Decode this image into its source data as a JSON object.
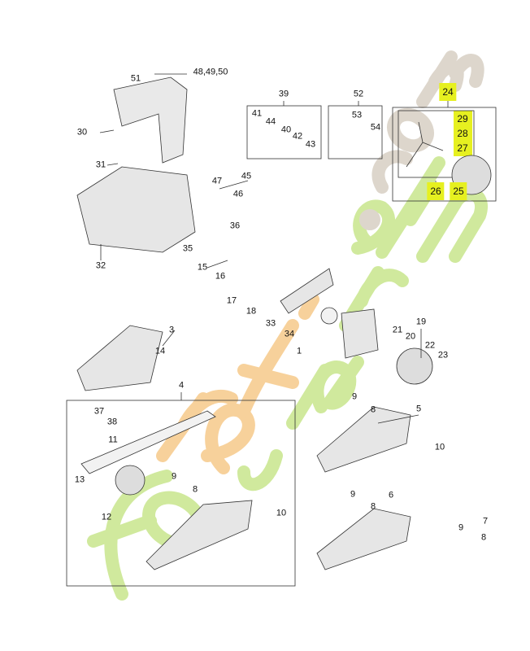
{
  "watermark": "foret'jardin.com",
  "colors": {
    "highlight": "#e6f020",
    "watermark_green": "#c8e68c",
    "watermark_orange": "#f6c98a",
    "watermark_gray": "#d8d0c4",
    "line": "#333333",
    "part_fill": "#e6e6e6"
  },
  "labels": {
    "l51": "51",
    "l48": "48,49,50",
    "l30": "30",
    "l31": "31",
    "l39": "39",
    "l41": "41",
    "l44": "44",
    "l40": "40",
    "l42": "42",
    "l43": "43",
    "l52": "52",
    "l53": "53",
    "l54": "54",
    "l24": "24",
    "l29": "29",
    "l28": "28",
    "l27": "27",
    "l26": "26",
    "l25": "25",
    "l47": "47",
    "l45": "45",
    "l46": "46",
    "l36": "36",
    "l35": "35",
    "l32": "32",
    "l15": "15",
    "l16": "16",
    "l17": "17",
    "l18": "18",
    "l33": "33",
    "l34": "34",
    "l1": "1",
    "l19": "19",
    "l21": "21",
    "l20": "20",
    "l22": "22",
    "l23": "23",
    "l3": "3",
    "l14": "14",
    "l4": "4",
    "l37": "37",
    "l38": "38",
    "l11": "11",
    "l13": "13",
    "l12": "12",
    "l9a": "9",
    "l8a": "8",
    "l10a": "10",
    "l9b": "9",
    "l8b": "8",
    "l5": "5",
    "l10b": "10",
    "l9c": "9",
    "l6": "6",
    "l8c": "8",
    "l9d": "9",
    "l7": "7",
    "l8d": "8"
  }
}
